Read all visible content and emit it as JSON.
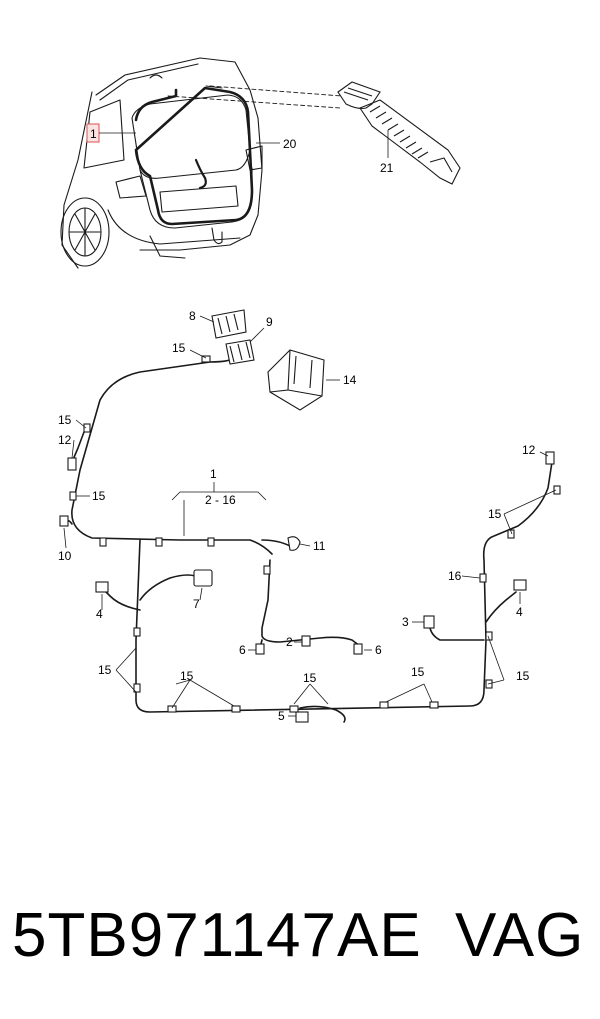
{
  "callouts": {
    "c1_car": "1",
    "c20": "20",
    "c21": "21",
    "c8": "8",
    "c9": "9",
    "c15_top": "15",
    "c14": "14",
    "c15_left_a": "15",
    "c12_left": "12",
    "c15_left_b": "15",
    "c10": "10",
    "c1_main": "1",
    "range_main": "2 - 16",
    "c11": "11",
    "c4_left": "4",
    "c7": "7",
    "c6_left": "6",
    "c2": "2",
    "c6_right": "6",
    "c15_bl": "15",
    "c15_b1": "15",
    "c15_b2": "15",
    "c15_b3": "15",
    "c5": "5",
    "c3": "3",
    "c12_right": "12",
    "c15_right_a": "15",
    "c16": "16",
    "c4_right": "4",
    "c15_right_b": "15"
  },
  "footer": {
    "part_number": "5TB971147AE",
    "brand": "VAG"
  },
  "colors": {
    "line": "#1a1a1a",
    "highlight": "#d9534f",
    "highlight_fill": "#fbe3e3"
  }
}
